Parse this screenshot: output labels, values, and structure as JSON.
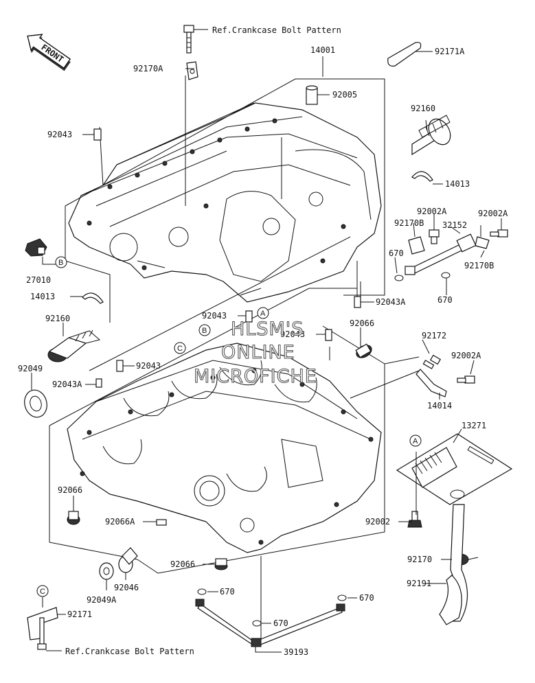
{
  "direction_label": "FRONT",
  "watermark": [
    "HLSM'S",
    "ONLINE",
    "MICROFICHE"
  ],
  "references": {
    "top": "Ref.Crankcase Bolt Pattern",
    "bottom": "Ref.Crankcase Bolt Pattern"
  },
  "callouts": {
    "p92170A": "92170A",
    "p14001": "14001",
    "p92171A": "92171A",
    "p92005": "92005",
    "p92160a": "92160",
    "p92043a": "92043",
    "p14013a": "14013",
    "p92002Aa": "92002A",
    "p92002Ab": "92002A",
    "p92170Ba": "92170B",
    "p32152": "32152",
    "p27010": "27010",
    "p670a": "670",
    "p92170Bb": "92170B",
    "p14013b": "14013",
    "p670b": "670",
    "p92043Aa": "92043A",
    "p92160b": "92160",
    "p92043b": "92043",
    "p92043c": "92043",
    "p92066a": "92066",
    "p92172": "92172",
    "p92002Ac": "92002A",
    "p92049": "92049",
    "p92043d": "92043",
    "p92043Ab": "92043A",
    "p14014": "14014",
    "p13271": "13271",
    "p92066b": "92066",
    "p92066A": "92066A",
    "p92002": "92002",
    "p92066c": "92066",
    "p92170": "92170",
    "p92046": "92046",
    "p92049A": "92049A",
    "p92191": "92191",
    "p670c": "670",
    "p670d": "670",
    "p92171": "92171",
    "p670e": "670",
    "p39193": "39193"
  },
  "circle_labels": {
    "b1": "B",
    "a1": "A",
    "b2": "B",
    "c1": "C",
    "a2": "A",
    "c2": "C"
  }
}
